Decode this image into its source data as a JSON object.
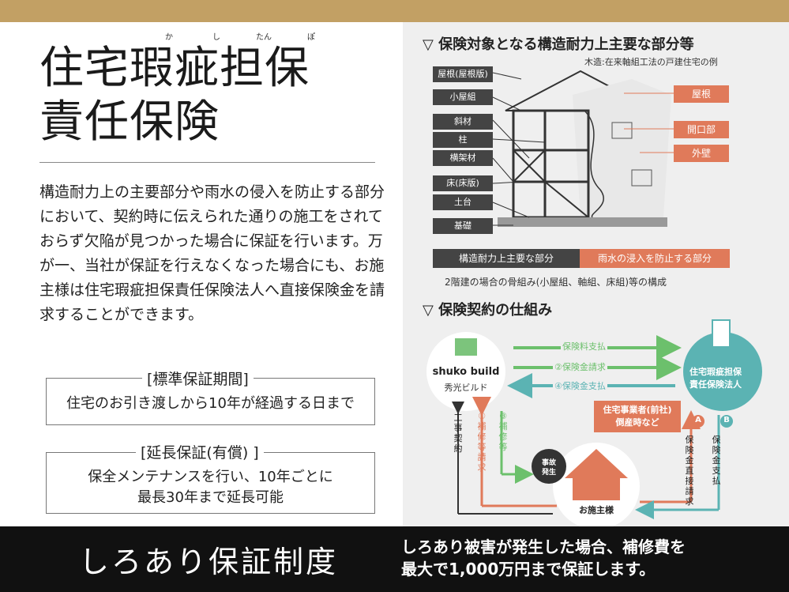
{
  "left": {
    "title_line1": "住宅瑕疵担保",
    "title_line2": "責任保険",
    "furigana": [
      "か",
      "し",
      "たん",
      "ぽ"
    ],
    "description": "構造耐力上の主要部分や雨水の侵入を防止する部分において、契約時に伝えられた通りの施工をされておらず欠陥が見つかった場合に保証を行います。万が一、当社が保証を行えなくなった場合にも、お施主様は住宅瑕疵担保責任保険法人へ直接保険金を請求することができます。",
    "standard_label": "[標準保証期間]",
    "standard_text": "住宅のお引き渡しから10年が経過する日まで",
    "extended_label": "[延長保証(有償) ]",
    "extended_line1": "保全メンテナンスを行い、10年ごとに",
    "extended_line2": "最長30年まで延長可能"
  },
  "right": {
    "section1_title": "▽ 保険対象となる構造耐力上主要な部分等",
    "section1_note": "木造:在来軸組工法の戸建住宅の例",
    "parts_dark": [
      "屋根(屋根版)",
      "小屋組",
      "斜材",
      "柱",
      "横架材",
      "床(床版)",
      "土台",
      "基礎"
    ],
    "parts_orange": [
      "屋根",
      "開口部",
      "外壁"
    ],
    "legend_dark": "構造耐力上主要な部分",
    "legend_orange": "雨水の浸入を防止する部分",
    "section1_caption": "2階建の場合の骨組み(小屋組、軸組、床組)等の構成",
    "section2_title": "▽ 保険契約の仕組み",
    "company_en": "shuko build",
    "company_jp": "秀光ビルド",
    "insurer_line1": "住宅瑕疵担保",
    "insurer_line2": "責任保険法人",
    "arrow_premium": "保険料支払",
    "arrow_claim": "②保険金請求",
    "arrow_payment": "④保険金支払",
    "bankrupt_line1": "住宅事業者(前社)",
    "bankrupt_line2": "倒産時など",
    "vertical_contract": "工事契約",
    "vertical_repair_request": "①補修等請求",
    "vertical_repair": "③補修等",
    "vertical_direct_claim": "保険金直接請求",
    "vertical_direct_pay": "保険金支払",
    "marker_a": "A",
    "marker_b": "B",
    "accident_line1": "事故",
    "accident_line2": "発生",
    "owner": "お施主様"
  },
  "bottom": {
    "title": "しろあり保証制度",
    "line1": "しろあり被害が発生した場合、補修費を",
    "line2": "最大で1,000万円まで保証します。"
  },
  "colors": {
    "gold": "#c2a064",
    "orange": "#e07a5a",
    "teal": "#5bb3b3",
    "green": "#6cc06c",
    "dark": "#444444"
  }
}
